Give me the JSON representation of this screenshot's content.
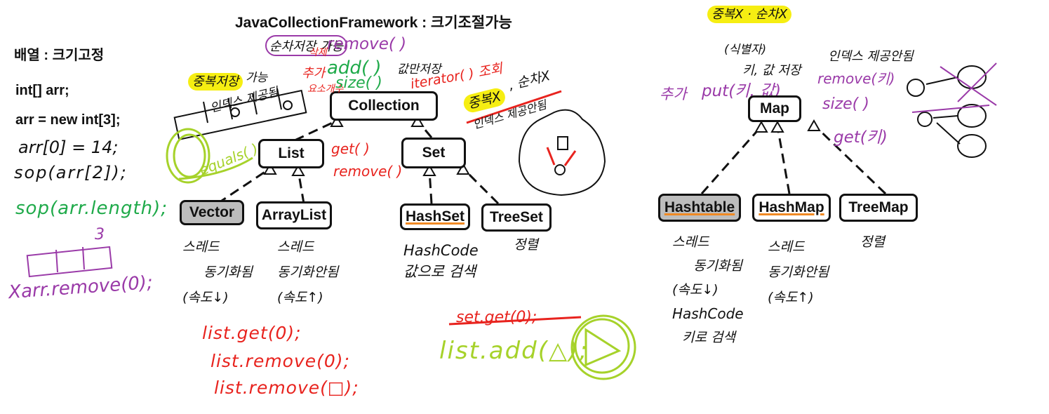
{
  "left": {
    "array_title": "배열 : 크기고정",
    "code": [
      "int[] arr;",
      "arr = new int[3];"
    ],
    "hand_code": [
      "arr[0] = 14;",
      "sop(arr[2]);"
    ],
    "length_line": "sop(arr.length);",
    "length_result": "3",
    "remove_line": "Xarr.remove(0);"
  },
  "center": {
    "title": "JavaCollectionFramework : 크기조절가능",
    "nodes": {
      "collection": "Collection",
      "list": "List",
      "set": "Set",
      "vector": "Vector",
      "arraylist": "ArrayList",
      "hashset": "HashSet",
      "treeset": "TreeSet"
    },
    "notes": {
      "dup_store": "중복저장",
      "possible": "가능",
      "order_store": "순차저장 가능",
      "index_provided": "인덱스 제공됨",
      "equals": "equals( )",
      "delete_label": "삭제",
      "remove_call": "remove( )",
      "add_label": "추가",
      "add_call": "add( )",
      "value_only": "값만저장",
      "count_label": "요소개수",
      "size_call": "size( )",
      "iterator_call": "iterator( ) 조회",
      "dup_x": "중복X",
      "order_x": ", 순차X",
      "index_not": "인덱스 제공안됨",
      "get_call": "get( )",
      "remove_call2": "remove( )",
      "vector_desc": [
        "스레드",
        "동기화됨",
        "(속도↓)"
      ],
      "arraylist_desc": [
        "스레드",
        "동기화안됨",
        "(속도↑)"
      ],
      "hashset_desc": [
        "HashCode",
        "값으로 검색"
      ],
      "treeset_desc": "정렬",
      "list_calls": [
        "list.get(0);",
        "list.remove(0);",
        "list.remove(□);"
      ],
      "set_get_struck": "set.get(0);",
      "list_add": "list.add(△);"
    }
  },
  "right": {
    "top_note": "중복X · 순차X",
    "key_note": "(식별자)",
    "key_value": "키, 값 저장",
    "index_not": "인덱스 제공안됨",
    "add_label": "추가",
    "put_call": "put(키, 값)",
    "remove_call": "remove(키)",
    "size_call": "size( )",
    "get_call": "get(키)",
    "nodes": {
      "map": "Map",
      "hashtable": "Hashtable",
      "hashmap": "HashMap",
      "treemap": "TreeMap"
    },
    "hashtable_desc": [
      "스레드",
      "동기화됨",
      "(속도↓)",
      "HashCode",
      "키로 검색"
    ],
    "hashmap_desc": [
      "스레드",
      "동기화안됨",
      "(속도↑)"
    ],
    "treemap_desc": "정렬"
  },
  "colors": {
    "red": "#e8231e",
    "green": "#1faa4a",
    "purple": "#9a3aa8",
    "lime": "#a6d22a",
    "yellow": "#f6ee12",
    "orange": "#f08a24"
  }
}
